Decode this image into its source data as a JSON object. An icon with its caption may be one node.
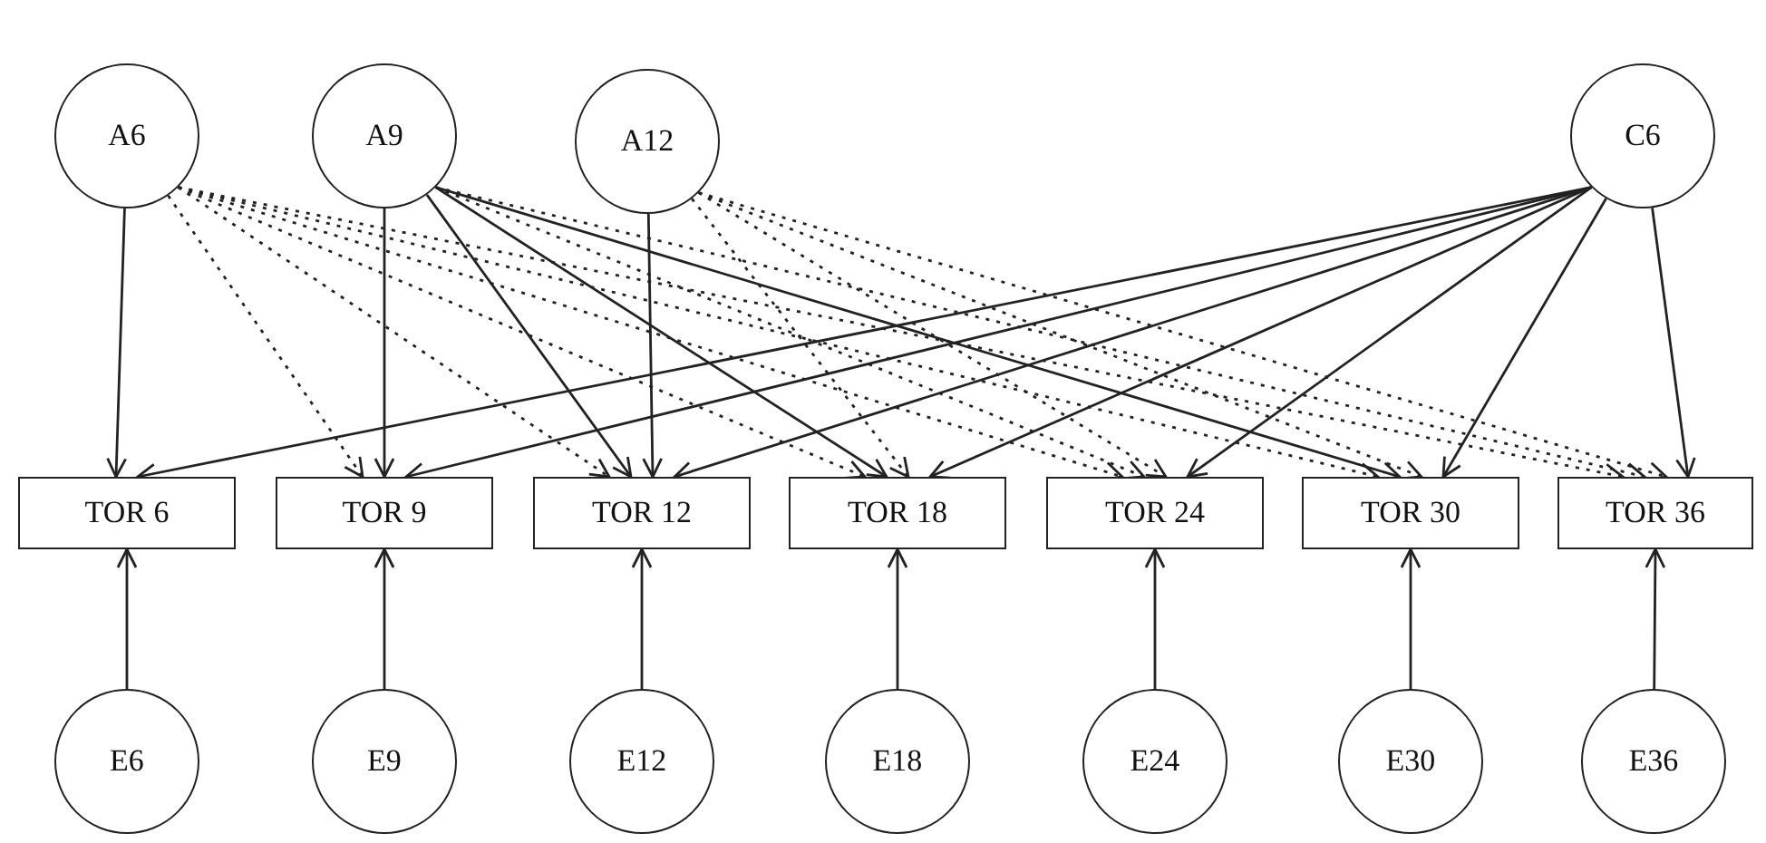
{
  "diagram": {
    "nodes": [
      {
        "text": [
          "A6"
        ]
      },
      {
        "text": [
          "A9"
        ]
      },
      {
        "text": [
          "A12"
        ]
      },
      {
        "text": [
          "C6"
        ]
      },
      {
        "text": [
          "TOR 6"
        ]
      },
      {
        "text": [
          "TOR 9"
        ]
      },
      {
        "text": [
          "TOR 12"
        ]
      },
      {
        "text": [
          "TOR 18"
        ]
      },
      {
        "text": [
          "TOR 24"
        ]
      },
      {
        "text": [
          "TOR 30"
        ]
      },
      {
        "text": [
          "TOR 36"
        ]
      },
      {
        "text": [
          "E6"
        ]
      },
      {
        "text": [
          "E9"
        ]
      },
      {
        "text": [
          "E12"
        ]
      },
      {
        "text": [
          "E18"
        ]
      },
      {
        "text": [
          "E24"
        ]
      },
      {
        "text": [
          "E30"
        ]
      },
      {
        "text": [
          "E36"
        ]
      }
    ],
    "edges": [
      {
        "from": 0,
        "to": 4,
        "arrow": "to"
      },
      {
        "from": 0,
        "to": 5,
        "arrow": "to",
        "style": "dashed"
      },
      {
        "from": 0,
        "to": 6,
        "arrow": "to",
        "style": "dashed"
      },
      {
        "from": 0,
        "to": 7,
        "arrow": "to",
        "style": "dashed"
      },
      {
        "from": 0,
        "to": 8,
        "arrow": "to",
        "style": "dashed"
      },
      {
        "from": 0,
        "to": 9,
        "arrow": "to",
        "style": "dashed"
      },
      {
        "from": 0,
        "to": 10,
        "arrow": "to",
        "style": "dashed"
      },
      {
        "from": 1,
        "to": 5,
        "arrow": "to"
      },
      {
        "from": 1,
        "to": 6,
        "arrow": "to"
      },
      {
        "from": 1,
        "to": 7,
        "arrow": "to"
      },
      {
        "from": 1,
        "to": 8,
        "arrow": "to",
        "style": "dashed"
      },
      {
        "from": 1,
        "to": 9,
        "arrow": "to"
      },
      {
        "from": 1,
        "to": 10,
        "arrow": "to",
        "style": "dashed"
      },
      {
        "from": 2,
        "to": 6,
        "arrow": "to"
      },
      {
        "from": 2,
        "to": 7,
        "arrow": "to",
        "style": "dashed"
      },
      {
        "from": 2,
        "to": 8,
        "arrow": "to",
        "style": "dashed"
      },
      {
        "from": 2,
        "to": 9,
        "arrow": "to",
        "style": "dashed"
      },
      {
        "from": 2,
        "to": 10,
        "arrow": "to",
        "style": "dashed"
      },
      {
        "from": 3,
        "to": 4,
        "arrow": "to"
      },
      {
        "from": 3,
        "to": 5,
        "arrow": "to"
      },
      {
        "from": 3,
        "to": 6,
        "arrow": "to"
      },
      {
        "from": 3,
        "to": 7,
        "arrow": "to"
      },
      {
        "from": 3,
        "to": 8,
        "arrow": "to"
      },
      {
        "from": 3,
        "to": 9,
        "arrow": "to"
      },
      {
        "from": 3,
        "to": 10,
        "arrow": "to"
      },
      {
        "from": 11,
        "to": 4,
        "arrow": "to"
      },
      {
        "from": 12,
        "to": 5,
        "arrow": "to"
      },
      {
        "from": 13,
        "to": 6,
        "arrow": "to"
      },
      {
        "from": 14,
        "to": 7,
        "arrow": "to"
      },
      {
        "from": 15,
        "to": 8,
        "arrow": "to"
      },
      {
        "from": 16,
        "to": 9,
        "arrow": "to"
      },
      {
        "from": 17,
        "to": 10,
        "arrow": "to"
      }
    ]
  }
}
